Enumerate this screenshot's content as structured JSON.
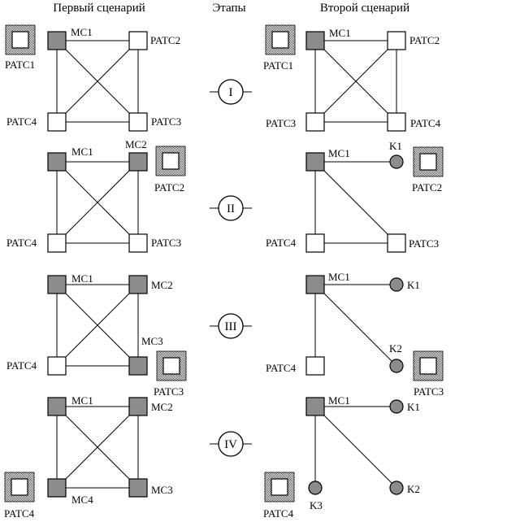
{
  "headers": {
    "left": "Первый сценарий",
    "middle": "Этапы",
    "right": "Второй сценарий"
  },
  "labels": {
    "patc1": "PATC1",
    "patc2": "PATC2",
    "patc3": "PATC3",
    "patc4": "PATC4",
    "mc1": "MC1",
    "mc2": "MC2",
    "mc3": "MC3",
    "mc4": "MC4",
    "k1": "K1",
    "k2": "K2",
    "k3": "K3"
  },
  "stages": [
    "I",
    "II",
    "III",
    "IV"
  ],
  "colors": {
    "line": "#000000",
    "node_fill_active": "#8c8c8c",
    "node_fill_plain": "#ffffff",
    "station_frame": "#8c8c8c"
  }
}
